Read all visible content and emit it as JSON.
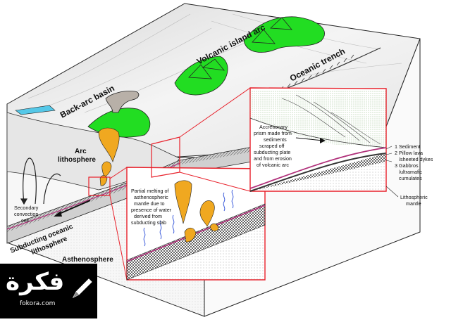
{
  "labels": {
    "back_arc_basin": "Back-arc basin",
    "volcanic_island_arc": "Volcanic island arc",
    "oceanic_trench": "Oceanic trench",
    "arc_lithosphere_line1": "Arc",
    "arc_lithosphere_line2": "lithosphere",
    "subducting_line1": "Subducting oceanic",
    "subducting_line2": "lithosphere",
    "asthenosphere": "Asthenosphere",
    "convection_line1": "Secondary",
    "convection_line2": "convection",
    "convection_line3": "cell",
    "partial_melting": [
      "Partial melting of",
      "asthenospheric",
      "mantle due to",
      "presence of water",
      "derived from",
      "subducting slab"
    ],
    "accretionary_prism": [
      "Accretionary",
      "prism made from",
      "sediments",
      "scraped off",
      "subducting plate",
      "and from erosion",
      "of volcanic arc"
    ],
    "layer1": "1  Sediment",
    "layer2_line1": "2  Pillow lava",
    "layer2_line2": "/sheeted dykes",
    "layer3_line1": "3  Gabbros",
    "layer3_line2": "/ultramafic",
    "layer3_line3": "cumulates",
    "lithospheric_line1": "Lithospheric",
    "lithospheric_line2": "mantle"
  },
  "watermark": {
    "main": "فكرة",
    "sub": "fokora.com"
  },
  "colors": {
    "volcano_green": "#22dd22",
    "magma_orange": "#f0a820",
    "callout_red": "#e8202a",
    "water_blue": "#3b5bdb",
    "sea_cyan": "#55c8e8",
    "ash_gray": "#b8b0a8",
    "crust_magenta": "#b0307a"
  }
}
